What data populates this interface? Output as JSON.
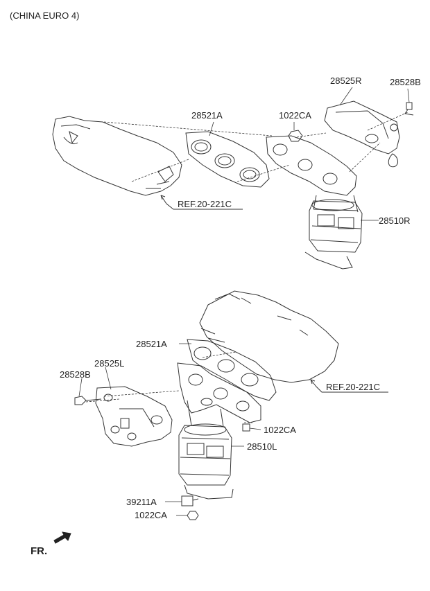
{
  "header": {
    "variant": "(CHINA EURO 4)"
  },
  "callouts": {
    "gasket_upper": "28521A",
    "nut_upper": "1022CA",
    "heat_protector_r": "28525R",
    "bolt_r": "28528B",
    "manifold_r": "28510R",
    "ref_upper": "REF.20-221C",
    "gasket_lower": "28521A",
    "heat_protector_l": "28525L",
    "bolt_l": "28528B",
    "nut_mid": "1022CA",
    "manifold_l": "28510L",
    "ref_lower": "REF.20-221C",
    "sensor_bracket": "39211A",
    "nut_lower": "1022CA"
  },
  "footer": {
    "direction": "FR."
  },
  "colors": {
    "line": "#333333",
    "fill": "#ffffff"
  }
}
